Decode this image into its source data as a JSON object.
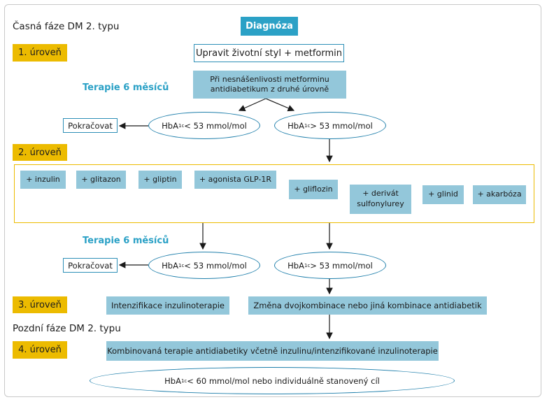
{
  "phases": {
    "early": "Časná fáze DM 2. typu",
    "late": "Pozdní fáze DM 2. typu"
  },
  "diagnosis": "Diagnóza",
  "levels": [
    "1. úroveň",
    "2. úroveň",
    "3. úroveň",
    "4. úroveň"
  ],
  "level1": {
    "lifestyle": "Upravit životní styl + metformin",
    "intolerance": "Při nesnášenlivosti metforminu antidiabetikum z druhé úrovně"
  },
  "therapy_label_1": "Terapie 6 měsíců",
  "therapy_label_2": "Terapie 6 měsíců",
  "continue_1": "Pokračovat",
  "continue_2": "Pokračovat",
  "hba1c": {
    "base": "HbA",
    "sub": "1c",
    "below": "< 53 mmol/mol",
    "above": "> 53 mmol/mol",
    "target": "< 60 mmol/mol nebo individuálně stanovený cíl"
  },
  "drugs": [
    "+ inzulin",
    "+ glitazon",
    "+ gliptin",
    "+ agonista GLP-1R",
    "+ gliflozin",
    "+ derivát sulfonylurey",
    "+ glinid",
    "+ akarbóza"
  ],
  "level3": {
    "intensify": "Intenzifikace inzulinoterapie",
    "change": "Změna dvojkombinace nebo jiná kombinace antidiabetik"
  },
  "level4": {
    "combo": "Kombinovaná terapie antidiabetiky včetně inzulinu/intenzifikované inzulinoterapie"
  },
  "colors": {
    "level": "#ecbb00",
    "accent": "#2ba1c6",
    "box": "#93c7da",
    "ellipse_stroke": "#1f7fab"
  }
}
